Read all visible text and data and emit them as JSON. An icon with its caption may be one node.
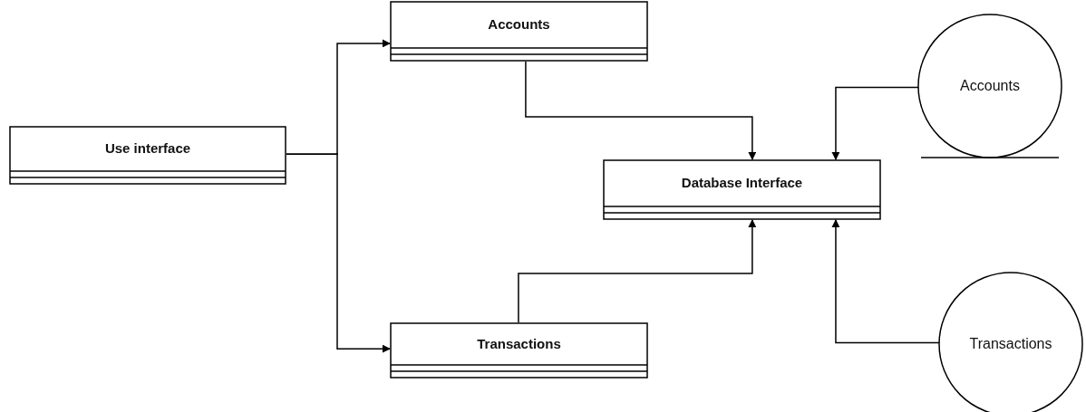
{
  "diagram": {
    "nodes": [
      {
        "text": [
          "Use interface"
        ]
      },
      {
        "text": [
          "Accounts"
        ]
      },
      {
        "text": [
          "Transactions"
        ]
      },
      {
        "text": [
          "Database Interface"
        ]
      },
      {
        "text": [
          "Accounts"
        ]
      },
      {
        "text": [
          "Transactions"
        ]
      }
    ],
    "edges": [
      {
        "from": 0,
        "to": 1,
        "arrow": "to"
      },
      {
        "from": 0,
        "to": 2,
        "arrow": "to"
      },
      {
        "from": 1,
        "to": 3,
        "arrow": "to"
      },
      {
        "from": 2,
        "to": 3,
        "arrow": "to"
      },
      {
        "from": 4,
        "to": 3,
        "arrow": "to"
      },
      {
        "from": 5,
        "to": 3,
        "arrow": "to"
      }
    ]
  }
}
